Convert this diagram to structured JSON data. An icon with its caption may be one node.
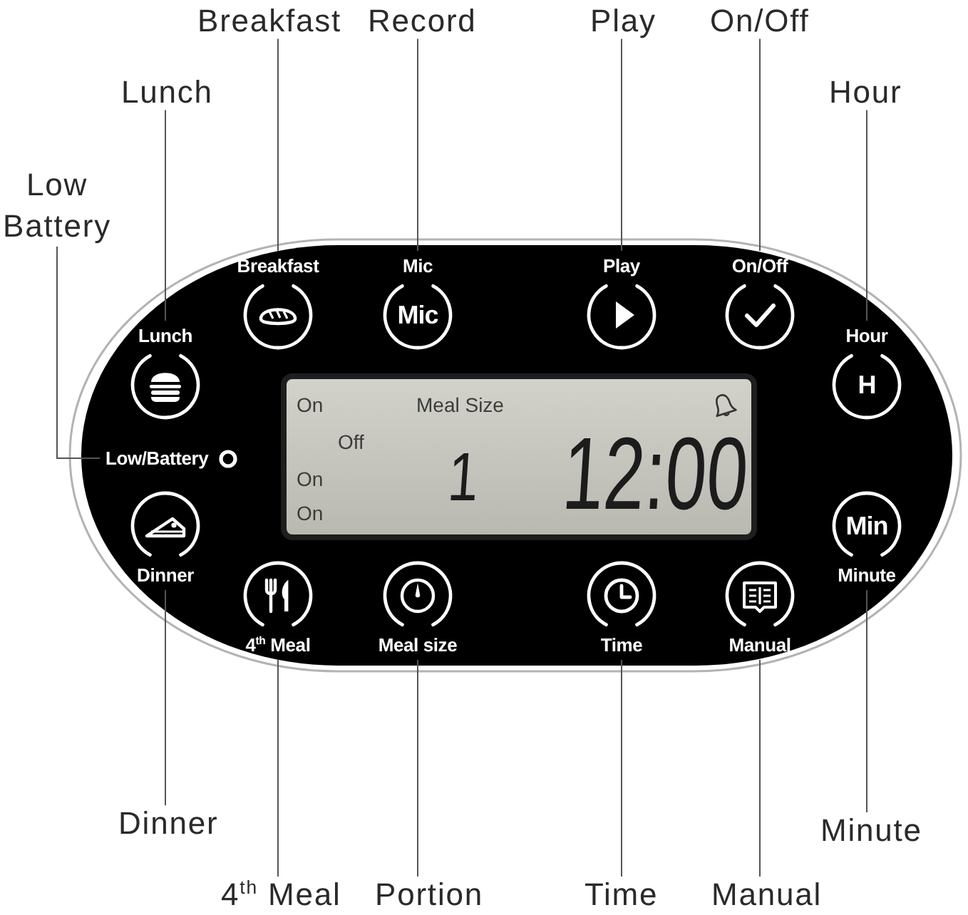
{
  "diagram": {
    "nodes": [
      {
        "text": [
          "Breakfast"
        ]
      },
      {
        "text": [
          "Record"
        ]
      },
      {
        "text": [
          "Play"
        ]
      },
      {
        "text": [
          "On/Off"
        ]
      },
      {
        "text": [
          "Lunch"
        ]
      },
      {
        "text": [
          "Hour"
        ]
      },
      {
        "text": [
          "Low Battery"
        ]
      },
      {
        "text": [],
        "shape": "box"
      },
      {
        "text": [
          "Breakfast"
        ],
        "in": 7
      },
      {
        "text": [
          "Mic",
          "Mic"
        ],
        "in": 7
      },
      {
        "text": [
          "Play"
        ],
        "in": 7
      },
      {
        "text": [
          "On/Off"
        ],
        "in": 7
      },
      {
        "text": [
          "Lunch"
        ],
        "in": 7
      },
      {
        "text": [
          "Hour",
          "H"
        ],
        "in": 7
      },
      {
        "text": [
          "On",
          "Meal Size",
          "Off",
          "On",
          "1",
          "12:00",
          "On"
        ],
        "in": 7
      },
      {
        "text": [
          "Low/Battery"
        ],
        "in": 7
      },
      {
        "text": [
          "Dinner"
        ],
        "in": 7
      },
      {
        "text": [
          "Min",
          "Minute"
        ],
        "in": 7
      },
      {
        "text": [
          "4$^{th}$ Meal"
        ],
        "in": 7
      },
      {
        "text": [
          "Meal size"
        ],
        "in": 7
      },
      {
        "text": [
          "Time"
        ],
        "in": 7
      },
      {
        "text": [
          "Manual"
        ],
        "in": 7
      },
      {
        "text": [
          "Dinner"
        ]
      },
      {
        "text": [
          "Minute"
        ]
      },
      {
        "text": [
          "4$^{th}$ Meal"
        ]
      },
      {
        "text": [
          "Portion"
        ]
      },
      {
        "text": [
          "Time"
        ]
      },
      {
        "text": [
          "Manual"
        ]
      }
    ],
    "edges": [
      {
        "from": 0,
        "to": 8,
        "arrow": "none"
      },
      {
        "from": 1,
        "to": 9,
        "arrow": "none"
      },
      {
        "from": 2,
        "to": 10,
        "arrow": "none"
      },
      {
        "from": 3,
        "to": 11,
        "arrow": "none"
      },
      {
        "from": 4,
        "to": 12,
        "arrow": "none"
      },
      {
        "from": 5,
        "to": 13,
        "arrow": "none"
      },
      {
        "from": 6,
        "to": 15,
        "arrow": "none"
      },
      {
        "from": 22,
        "to": 16,
        "arrow": "none"
      },
      {
        "from": 23,
        "to": 17,
        "arrow": "none"
      },
      {
        "from": 24,
        "to": 18,
        "arrow": "none"
      },
      {
        "from": 25,
        "to": 19,
        "arrow": "none"
      },
      {
        "from": 26,
        "to": 20,
        "arrow": "none"
      },
      {
        "from": 27,
        "to": 21,
        "arrow": "none"
      }
    ]
  }
}
